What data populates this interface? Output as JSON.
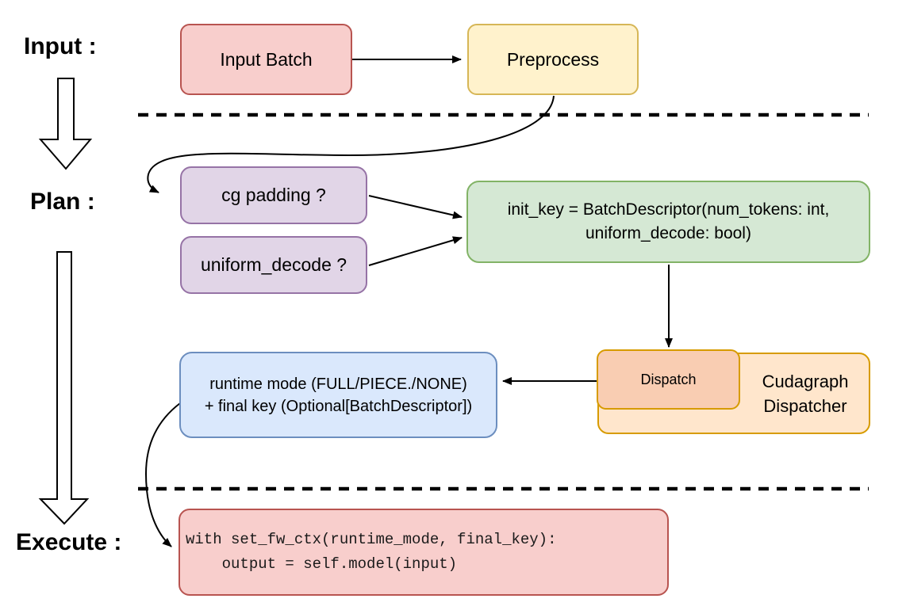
{
  "diagram": {
    "title_context": "Cudagraph dispatch flow",
    "stage_labels": {
      "input": "Input :",
      "plan": "Plan :",
      "execute": "Execute :"
    },
    "nodes": {
      "input_batch": {
        "label": "Input Batch",
        "fill": "#F8CECC",
        "stroke": "#B85450"
      },
      "preprocess": {
        "label": "Preprocess",
        "fill": "#FFF2CC",
        "stroke": "#D6B656"
      },
      "cg_padding": {
        "label": "cg padding ?",
        "fill": "#E1D5E7",
        "stroke": "#9673A6"
      },
      "uniform_decode": {
        "label": "uniform_decode ?",
        "fill": "#E1D5E7",
        "stroke": "#9673A6"
      },
      "init_key": {
        "label": "init_key = BatchDescriptor(num_tokens: int,\nuniform_decode: bool)",
        "fill": "#D5E8D4",
        "stroke": "#82B366"
      },
      "dispatch": {
        "label": "Dispatch",
        "fill": "#F9CDB2",
        "stroke": "#D79B00"
      },
      "cudagraph_dispatcher": {
        "label": "Cudagraph\nDispatcher",
        "fill": "#FFE6CC",
        "stroke": "#D79B00"
      },
      "runtime_mode": {
        "label": "runtime mode (FULL/PIECE./NONE)\n+ final key (Optional[BatchDescriptor])",
        "fill": "#DAE8FC",
        "stroke": "#6C8EBF"
      },
      "execute_code": {
        "label": "with set_fw_ctx(runtime_mode, final_key):\n    output = self.model(input)",
        "fill": "#F8CECC",
        "stroke": "#B85450"
      }
    },
    "connector_color": "#000000",
    "separator_style": "dashed"
  }
}
